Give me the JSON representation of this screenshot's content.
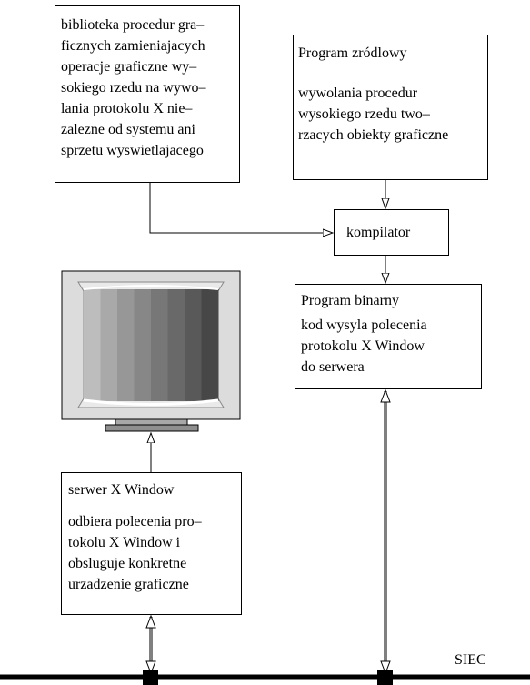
{
  "library_box": {
    "lines": [
      "biblioteka procedur gra–",
      "ficznych zamieniajacych",
      "operacje graficzne wy–",
      "sokiego rzedu na wywo–",
      "lania protokolu X nie–",
      "zalezne od systemu ani",
      "sprzetu wyswietlajacego"
    ]
  },
  "source_box": {
    "title": "Program zródlowy",
    "lines": [
      "wywolania procedur",
      "wysokiego rzedu two–",
      "rzacych obiekty graficzne"
    ]
  },
  "compiler_box": {
    "label": "kompilator"
  },
  "binary_box": {
    "title": "Program binarny",
    "lines": [
      "kod wysyla polecenia",
      "protokolu X Window",
      "do serwera"
    ]
  },
  "server_box": {
    "title": "serwer X Window",
    "lines": [
      "odbiera polecenia pro–",
      "tokolu X Window i",
      "obsluguje konkretne",
      "urzadzenie graficzne"
    ]
  },
  "network": {
    "label": "SIEC"
  },
  "monitor": {
    "icon": "monitor-icon",
    "bar_colors": [
      "#bdbdbd",
      "#a9a9a9",
      "#979797",
      "#878787",
      "#777777",
      "#696969",
      "#595959",
      "#474747"
    ]
  }
}
